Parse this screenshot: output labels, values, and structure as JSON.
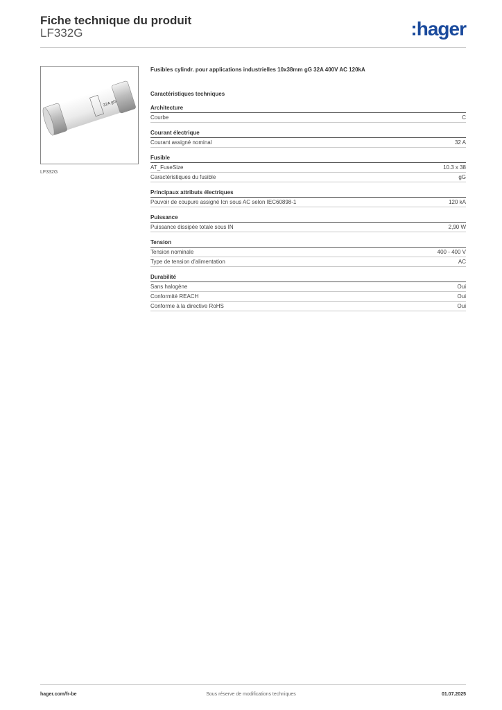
{
  "header": {
    "title": "Fiche technique du produit",
    "subtitle": "LF332G",
    "logo_text": "hager",
    "brand_color": "#1a4a9c"
  },
  "product": {
    "image_caption": "LF332G",
    "image_label": "32A gG",
    "description": "Fusibles cylindr. pour applications industrielles 10x38mm gG 32A 400V AC 120kA"
  },
  "specs_heading": "Caractéristiques techniques",
  "sections": [
    {
      "title": "Architecture",
      "rows": [
        {
          "label": "Courbe",
          "value": "C"
        }
      ]
    },
    {
      "title": "Courant électrique",
      "rows": [
        {
          "label": "Courant assigné nominal",
          "value": "32 A"
        }
      ]
    },
    {
      "title": "Fusible",
      "rows": [
        {
          "label": "AT_FuseSize",
          "value": "10.3 x 38"
        },
        {
          "label": "Caractéristiques du fusible",
          "value": "gG"
        }
      ]
    },
    {
      "title": "Principaux attributs électriques",
      "rows": [
        {
          "label": "Pouvoir de coupure assigné Icn sous AC selon IEC60898-1",
          "value": "120 kA"
        }
      ]
    },
    {
      "title": "Puissance",
      "rows": [
        {
          "label": "Puissance dissipée totale sous IN",
          "value": "2,90 W"
        }
      ]
    },
    {
      "title": "Tension",
      "rows": [
        {
          "label": "Tension nominale",
          "value": "400 - 400 V"
        },
        {
          "label": "Type de tension d'alimentation",
          "value": "AC"
        }
      ]
    },
    {
      "title": "Durabilité",
      "rows": [
        {
          "label": "Sans halogène",
          "value": "Oui"
        },
        {
          "label": "Conformité REACH",
          "value": "Oui"
        },
        {
          "label": "Conforme à la directive RoHS",
          "value": "Oui"
        }
      ]
    }
  ],
  "footer": {
    "website": "hager.com/fr-be",
    "disclaimer": "Sous réserve de modifications techniques",
    "date": "01.07.2025"
  }
}
